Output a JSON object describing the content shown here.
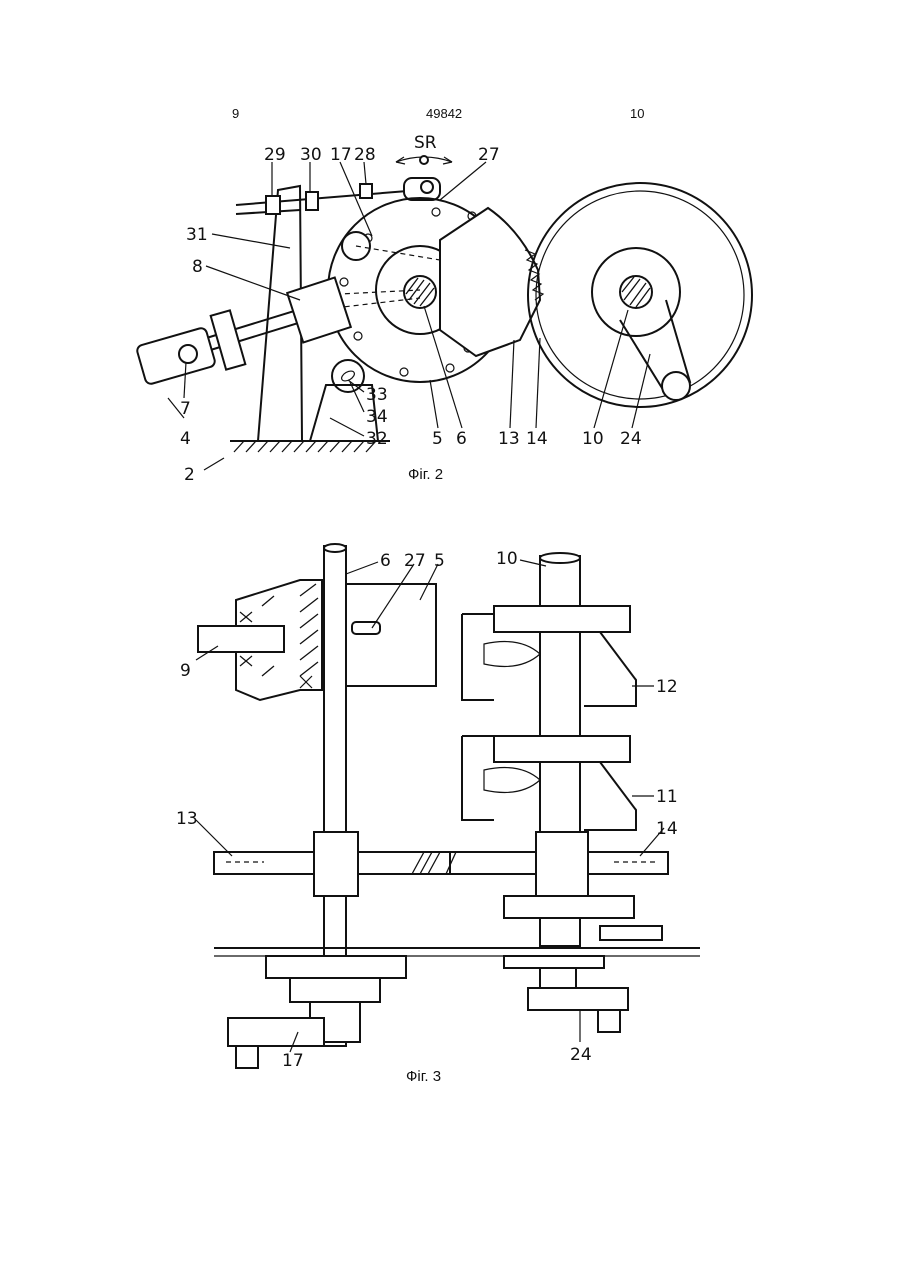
{
  "header": {
    "page_left": "9",
    "patent_number": "49842",
    "page_right": "10"
  },
  "figure2": {
    "caption": "Фіг. 2",
    "motion_label": "SR",
    "labels": {
      "l29": "29",
      "l30": "30",
      "l17": "17",
      "l28": "28",
      "l27": "27",
      "l31": "31",
      "l8": "8",
      "l7": "7",
      "l4": "4",
      "l2": "2",
      "l33": "33",
      "l34": "34",
      "l32": "32",
      "l5": "5",
      "l6": "6",
      "l13": "13",
      "l14": "14",
      "l10": "10",
      "l24": "24"
    }
  },
  "figure3": {
    "caption": "Фіг. 3",
    "labels": {
      "l6": "6",
      "l27": "27",
      "l5": "5",
      "l10": "10",
      "l9": "9",
      "l12": "12",
      "l11": "11",
      "l13": "13",
      "l14": "14",
      "l17": "17",
      "l24": "24"
    }
  }
}
